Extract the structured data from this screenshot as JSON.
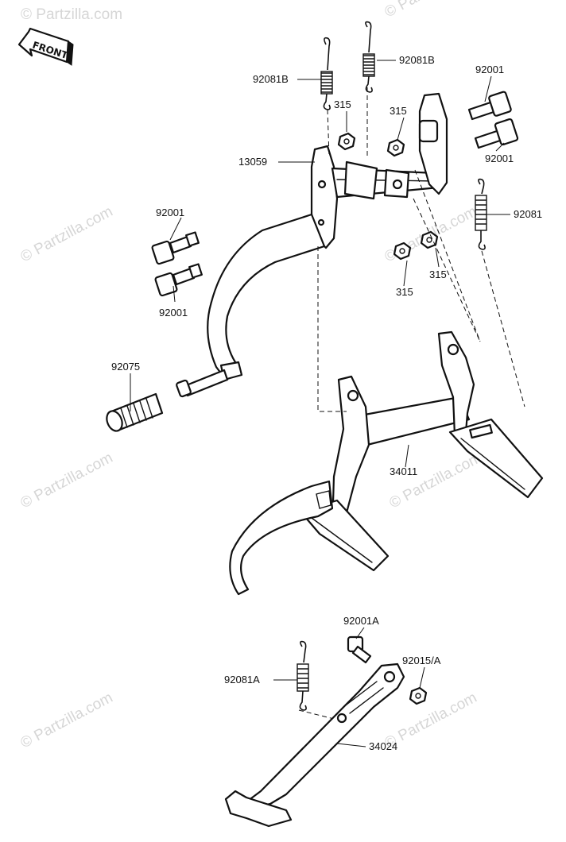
{
  "watermark": {
    "text": "© Partzilla.com",
    "color": "#d6d6d6"
  },
  "front_indicator": {
    "label": "FRONT",
    "icon": "front-arrow-icon"
  },
  "callouts": [
    {
      "id": "c1",
      "text": "92081B"
    },
    {
      "id": "c2",
      "text": "92081B"
    },
    {
      "id": "c3",
      "text": "92001"
    },
    {
      "id": "c4",
      "text": "315"
    },
    {
      "id": "c5",
      "text": "315"
    },
    {
      "id": "c6",
      "text": "13059"
    },
    {
      "id": "c7",
      "text": "92001"
    },
    {
      "id": "c8",
      "text": "92081"
    },
    {
      "id": "c9",
      "text": "92001"
    },
    {
      "id": "c10",
      "text": "315"
    },
    {
      "id": "c11",
      "text": "315"
    },
    {
      "id": "c12",
      "text": "92001"
    },
    {
      "id": "c13",
      "text": "92075"
    },
    {
      "id": "c14",
      "text": "34011"
    },
    {
      "id": "c15",
      "text": "92001A"
    },
    {
      "id": "c16",
      "text": "92015/A"
    },
    {
      "id": "c17",
      "text": "92081A"
    },
    {
      "id": "c18",
      "text": "34024"
    }
  ]
}
